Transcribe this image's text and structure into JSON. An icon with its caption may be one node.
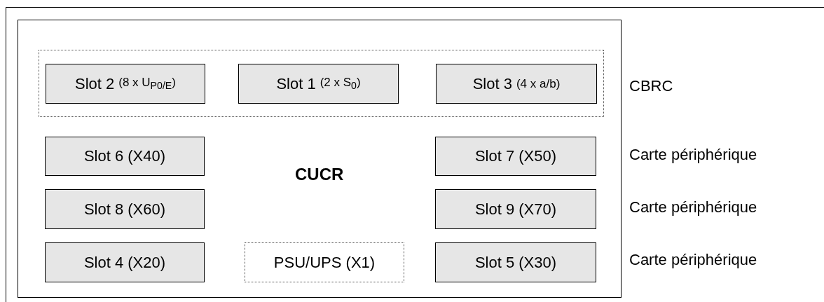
{
  "diagram": {
    "nodes": [
      {
        "text": [
          "CUCR"
        ]
      },
      {
        "text": [],
        "shape": "box",
        "in": 0
      },
      {
        "text": [
          "Slot 2",
          "(8 x U$_{P0/E}$)"
        ],
        "in": 1
      },
      {
        "text": [
          "Slot 1",
          "(2 x S$_{0}$)"
        ],
        "in": 1
      },
      {
        "text": [
          "Slot 3",
          "(4 x a/b)"
        ],
        "in": 1
      },
      {
        "text": [
          "Slot 6 (X40)"
        ],
        "in": 0
      },
      {
        "text": [
          "Slot 7 (X50)"
        ],
        "in": 0
      },
      {
        "text": [
          "Slot 8 (X60)"
        ],
        "in": 0
      },
      {
        "text": [
          "Slot 9 (X70)"
        ],
        "in": 0
      },
      {
        "text": [
          "Slot 4 (X20)"
        ],
        "in": 0
      },
      {
        "text": [
          "PSU/UPS (X1)"
        ],
        "in": 0
      },
      {
        "text": [
          "Slot 5 (X30)"
        ],
        "in": 0
      }
    ],
    "edges": [],
    "labels": [
      "CBRC",
      "Carte périphérique",
      "Carte périphérique",
      "Carte périphérique"
    ]
  }
}
